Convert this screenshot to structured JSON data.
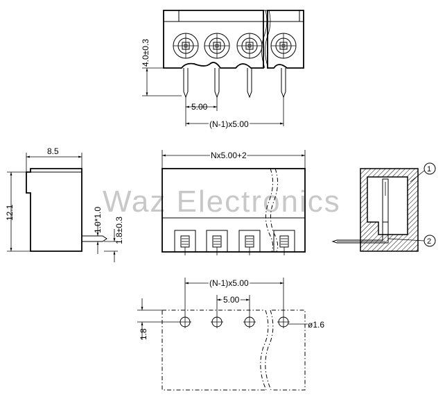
{
  "watermark": "Waz Electronics",
  "top_view": {
    "height_dim": "4.0±0.3",
    "pitch_dim": "5.00",
    "span_dim": "(N-1)x5.00"
  },
  "side_view": {
    "depth_dim": "8.5",
    "height_dim": "12.1",
    "pin_dim": "1.0*1.0",
    "pin_height_dim": "1.8±0.3"
  },
  "front_view": {
    "width_dim": "Nx5.00+2"
  },
  "section_view": {
    "callout_1": "1",
    "callout_2": "2"
  },
  "bottom_view": {
    "span_dim": "(N-1)x5.00",
    "pitch_dim": "5.00",
    "edge_dim": "1.8",
    "hole_dim": "ø1.6"
  }
}
